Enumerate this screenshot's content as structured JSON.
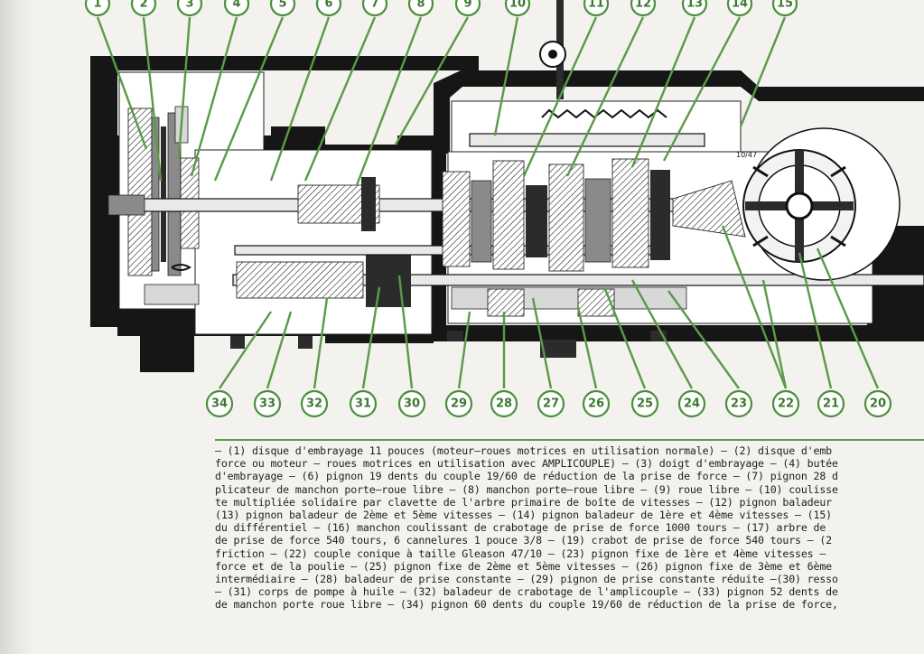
{
  "figure": {
    "ratio_label": "10/47"
  },
  "callouts_top": [
    "1",
    "2",
    "3",
    "4",
    "5",
    "6",
    "7",
    "8",
    "9",
    "10",
    "11",
    "12",
    "13",
    "14",
    "15"
  ],
  "callouts_bottom": [
    "34",
    "33",
    "32",
    "31",
    "30",
    "29",
    "28",
    "27",
    "26",
    "25",
    "24",
    "23",
    "22",
    "21",
    "20"
  ],
  "legend_lines": [
    "– (1) disque d'embrayage 11 pouces (moteur–roues motrices en utilisation normale) – (2) disque d'emb",
    "force ou moteur – roues motrices en utilisation avec AMPLICOUPLE) – (3) doigt d'embrayage – (4) butée",
    "d'embrayage – (6) pignon 19 dents du couple 19/60 de réduction de la prise de force – (7) pignon 28 d",
    "plicateur de manchon porte–roue libre – (8) manchon porte–roue libre – (9) roue libre – (10) coulisse",
    "te multipliée solidaire par clavette de l'arbre primaire de boîte de vitesses – (12) pignon baladeur",
    "(13) pignon baladeur de 2ème et 5ème vitesses – (14) pignon baladeur de 1ère et 4ème vitesses – (15)",
    "du différentiel – (16) manchon coulissant de crabotage de prise de force 1000 tours – (17) arbre de",
    "de prise de force 540 tours, 6 cannelures 1 pouce 3/8 – (19) crabot de prise de force 540 tours – (2",
    "friction – (22) couple conique à taille Gleason 47/10 – (23) pignon fixe de 1ère et 4ème vitesses –",
    "force et de la poulie – (25) pignon fixe de 2ème et 5ème vitesses – (26) pignon fixe de 3ème et 6ème",
    "intermédiaire – (28) baladeur de prise constante – (29) pignon de prise constante réduite –(30) resso",
    "– (31) corps de pompe à huile – (32) baladeur de crabotage de l'amplicouple – (33) pignon 52 dents de",
    "de manchon porte roue libre – (34) pignon 60 dents du couple 19/60 de réduction de la prise de force,"
  ]
}
